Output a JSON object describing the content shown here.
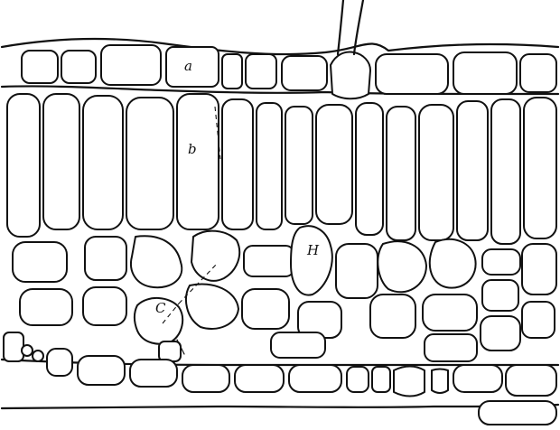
{
  "labels": {
    "epidermis": "a",
    "palisade": "b",
    "stoma_cell": "C",
    "mesophyll": "H"
  },
  "colors": {
    "line": "#111111",
    "background": "#ffffff"
  }
}
